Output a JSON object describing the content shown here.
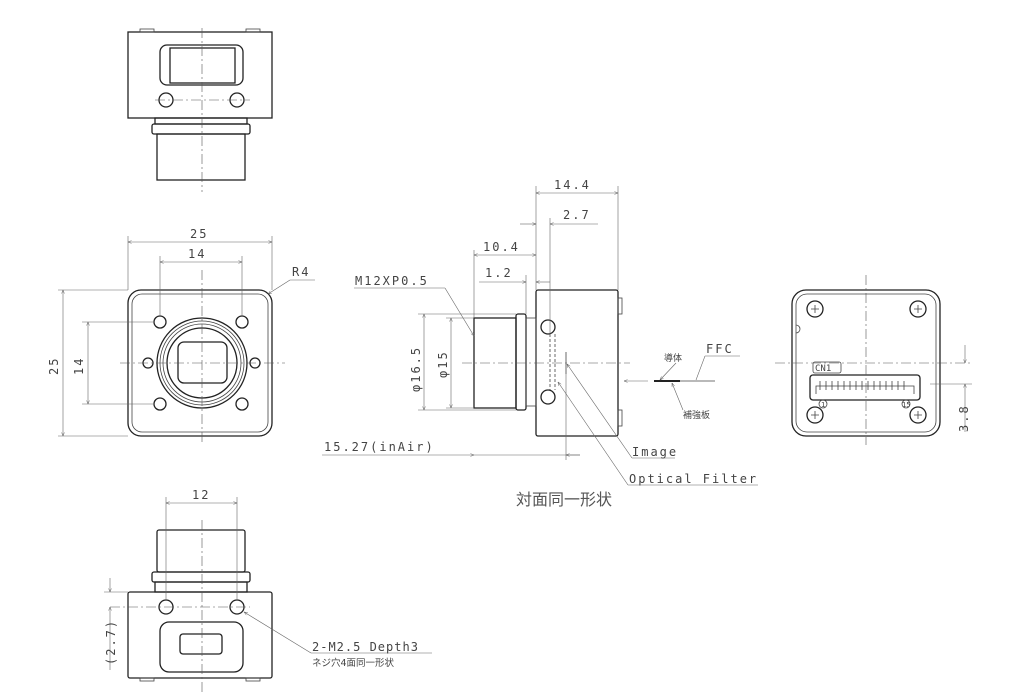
{
  "title": "Camera module outline drawing",
  "dimensions": {
    "front_width": "25",
    "front_hole_pitch_h": "14",
    "corner_radius": "R4",
    "front_height": "25",
    "front_hole_pitch_v": "14",
    "side_overall": "14.4",
    "side_image_plane": "2.7",
    "side_lens_length": "10.4",
    "side_flange": "1.2",
    "thread": "M12XP0.5",
    "dia_outer": "φ16.5",
    "dia_inner": "φ15",
    "flange_back": "15.27(inAir)",
    "bottom_hole_pitch": "12",
    "bottom_hole_offset": "(2.7)",
    "connector_offset": "3.8"
  },
  "labels": {
    "image": "Image",
    "optical_filter": "Optical Filter",
    "same_opposite": "対面同一形状",
    "ffc": "FFC",
    "conductor": "導体",
    "stiffener": "補強板",
    "connector": "CN1",
    "pin_first": "1",
    "pin_last": "15",
    "screw_holes": "2-M2.5 Depth3",
    "screw_holes_note": "ネジ穴4面同一形状"
  }
}
